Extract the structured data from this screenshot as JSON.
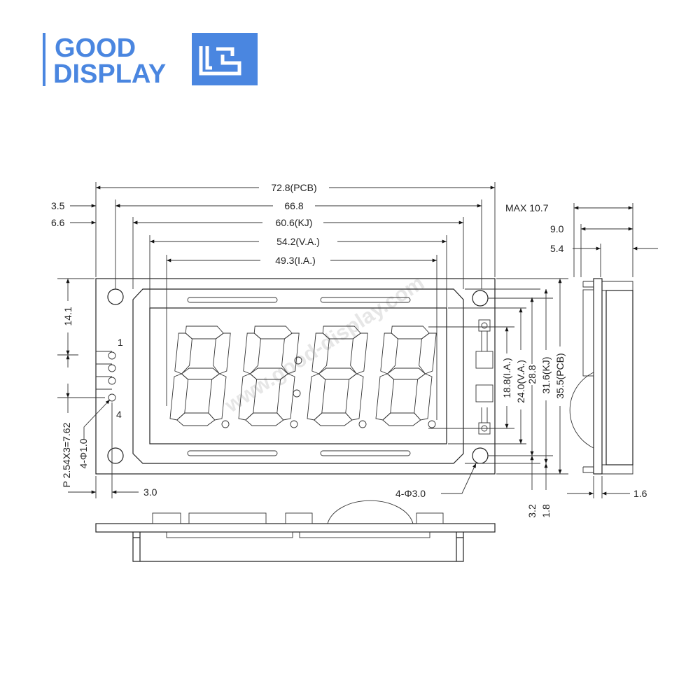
{
  "logo": {
    "line1": "GOOD",
    "line2": "DISPLAY",
    "brand_color": "#4a86e0"
  },
  "watermark": "www.good-display.com",
  "front_view": {
    "pin_labels": [
      "1",
      "4"
    ],
    "top_dims": [
      "72.8(PCB)",
      "66.8",
      "60.6(KJ)",
      "54.2(V.A.)",
      "49.3(I.A.)"
    ],
    "left_top_dims": [
      "3.5",
      "6.6"
    ],
    "left_dims": {
      "height": "14.1",
      "pitch": "P 2.54X3=7.62",
      "pin_hole": "4-Φ1.0",
      "pin_offset": "3.0"
    },
    "right_dims": [
      "18.8(I.A.)",
      "24.0(V.A.)",
      "28.8",
      "31.6(KJ)",
      "35.5(PCB)"
    ],
    "bottom_dims": [
      "3.2",
      "1.8"
    ],
    "mount_hole": "4-Φ3.0"
  },
  "side_view": {
    "dims": [
      "MAX 10.7",
      "9.0",
      "5.4",
      "1.6"
    ]
  }
}
